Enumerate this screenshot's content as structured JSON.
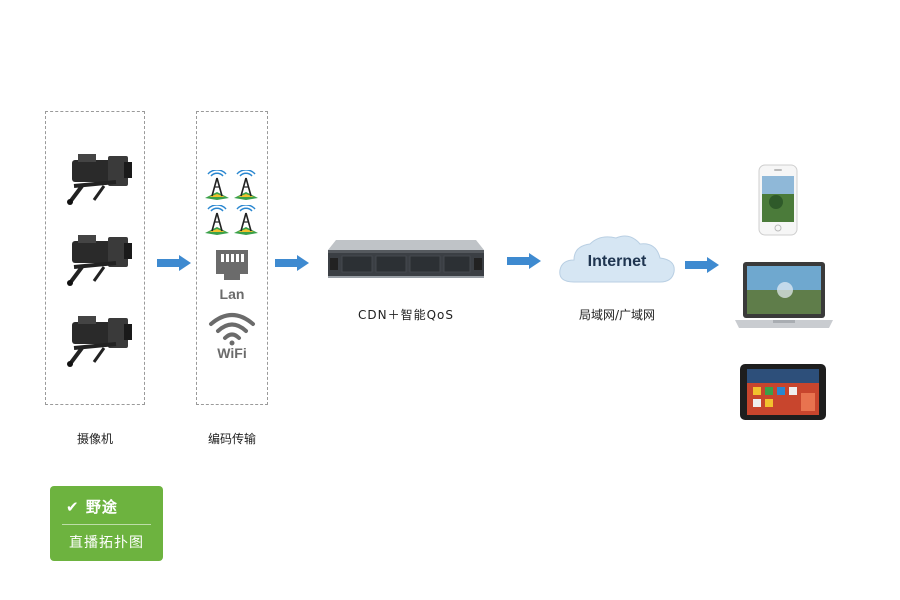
{
  "nodes": {
    "camera": {
      "label": "摄像机"
    },
    "encoding": {
      "label": "编码传输",
      "lan_text": "Lan",
      "wifi_text": "WiFi"
    },
    "server": {
      "label": "CDN＋智能QoS"
    },
    "cloud": {
      "text": "Internet",
      "label": "局域网/广域网"
    }
  },
  "brand": {
    "logo_text": "野途",
    "subtitle": "直播拓扑图"
  },
  "colors": {
    "arrow": "#3e8ad0",
    "badge": "#6db33f",
    "cloud": "#d6e6f3",
    "cloud_text": "#1f3550"
  }
}
